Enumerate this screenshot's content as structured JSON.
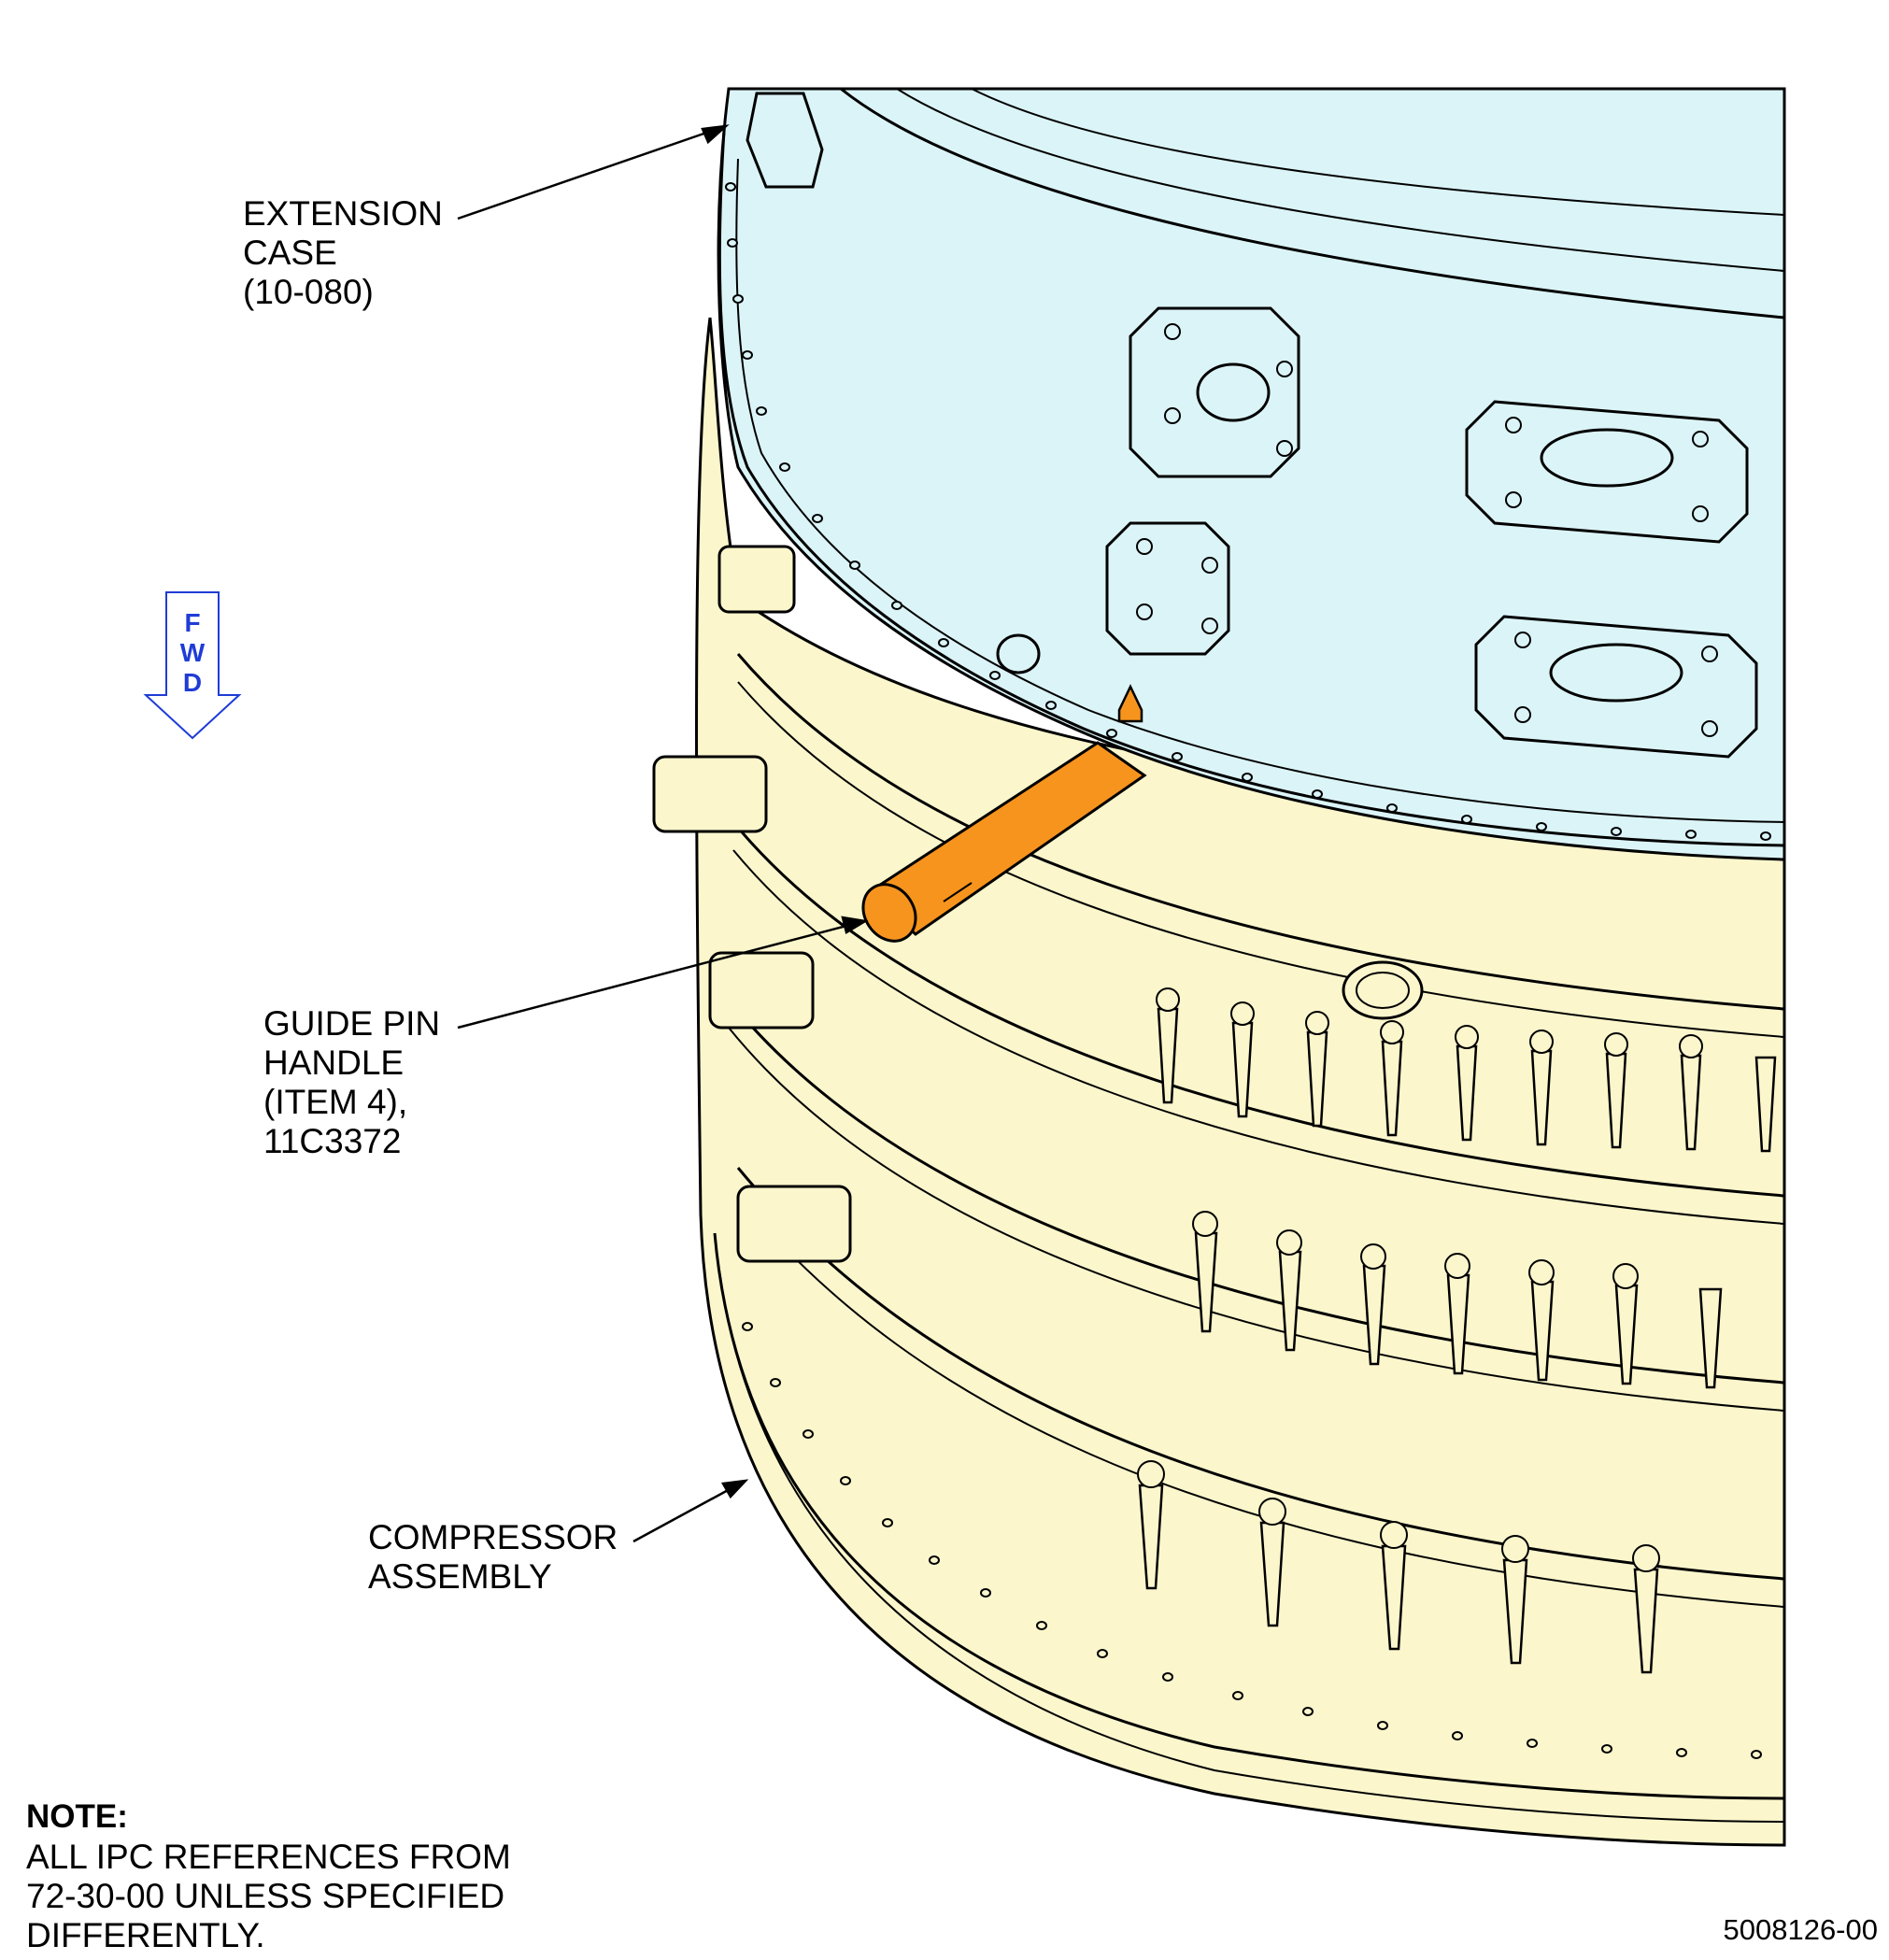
{
  "colors": {
    "extension_case": "#dbf4f8",
    "compressor": "#fbf6cc",
    "guide_pin": "#f7941d",
    "fwd_arrow": "#1f3cd6",
    "line": "#000000"
  },
  "fwd_arrow": {
    "letters": [
      "F",
      "W",
      "D"
    ]
  },
  "callouts": {
    "extension_case": "EXTENSION\nCASE\n(10-080)",
    "guide_pin_handle": "GUIDE PIN\nHANDLE\n(ITEM 4),\n11C3372",
    "compressor_assembly": "COMPRESSOR\nASSEMBLY"
  },
  "note": {
    "title": "NOTE:",
    "body": "ALL IPC REFERENCES FROM\n72-30-00 UNLESS SPECIFIED\nDIFFERENTLY."
  },
  "figure_number": "5008126-00"
}
